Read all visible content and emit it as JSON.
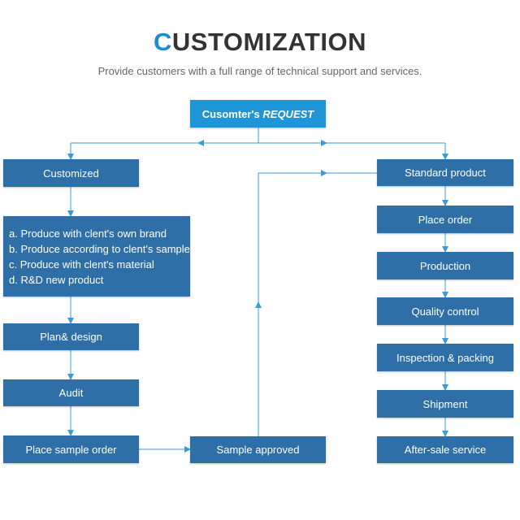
{
  "header": {
    "title_accent": "C",
    "title_rest": "USTOMIZATION",
    "subtitle": "Provide customers with a full range of technical support and services."
  },
  "request": {
    "label": "Cusomter's ",
    "label_italic": "REQUEST"
  },
  "custom_flow": {
    "customized": "Customized",
    "options": [
      "a. Produce with clent's own brand",
      "b. Produce according to clent's sample",
      "c. Produce with clent's material",
      "d. R&D new product"
    ],
    "plan_design": "Plan& design",
    "audit": "Audit",
    "place_sample_order": "Place sample order",
    "sample_approved": "Sample approved"
  },
  "standard_flow": {
    "standard_product": "Standard product",
    "place_order": "Place order",
    "production": "Production",
    "quality_control": "Quality control",
    "inspection_packing": "Inspection & packing",
    "shipment": "Shipment",
    "after_sale": "After-sale service"
  },
  "colors": {
    "accent": "#1a8ccf",
    "box": "#2d6fa6",
    "request_box": "#1e95d6",
    "connector": "#3a9bd9"
  }
}
